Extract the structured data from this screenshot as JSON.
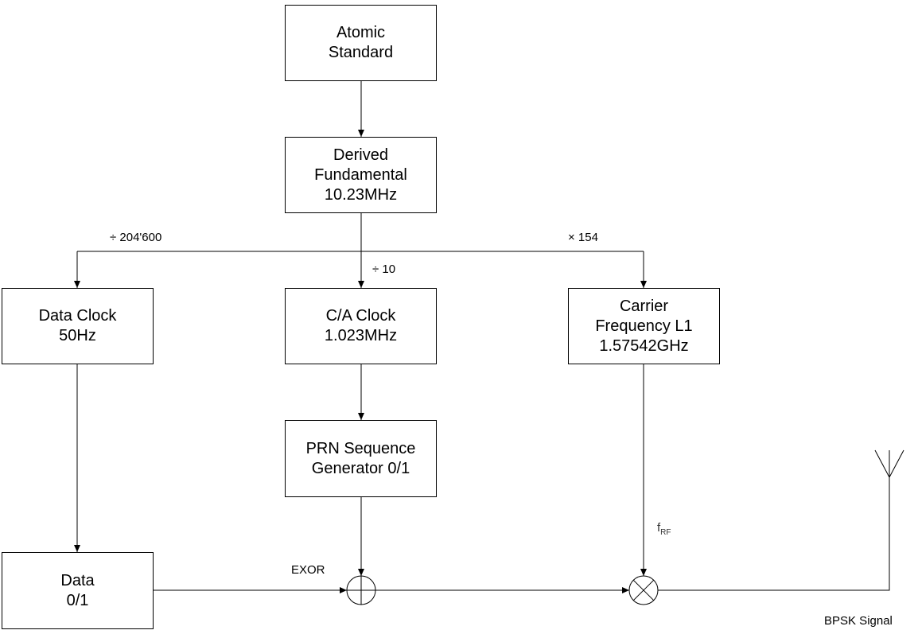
{
  "blocks": {
    "atomic_standard": [
      "Atomic",
      "Standard"
    ],
    "derived_fundamental": [
      "Derived",
      "Fundamental",
      "10.23MHz"
    ],
    "data_clock": [
      "Data Clock",
      "50Hz"
    ],
    "ca_clock": [
      "C/A Clock",
      "1.023MHz"
    ],
    "carrier_frequency": [
      "Carrier",
      "Frequency L1",
      "1.57542GHz"
    ],
    "prn_generator": [
      "PRN Sequence",
      "Generator 0/1"
    ],
    "data": [
      "Data",
      "0/1"
    ]
  },
  "labels": {
    "divide_data": "÷ 204'600",
    "divide_ca": "÷ 10",
    "multiply_carrier": "× 154",
    "exor": "EXOR",
    "f_rf_main": "f",
    "f_rf_sub": "RF",
    "bpsk_signal": "BPSK Signal"
  },
  "symbols": {
    "exor_gate": "xor-circle-plus-icon",
    "mixer": "mixer-circle-cross-icon",
    "antenna": "antenna-icon"
  }
}
